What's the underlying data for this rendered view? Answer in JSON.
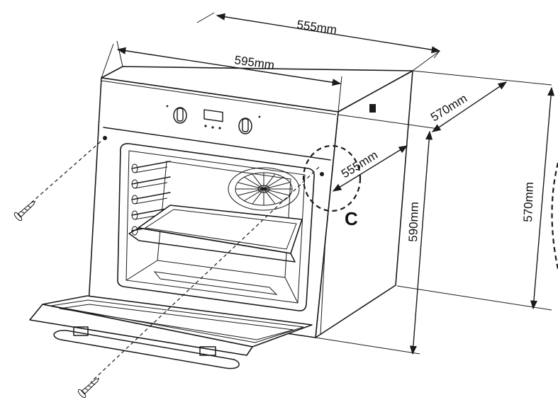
{
  "dimensions": {
    "top_depth": "555mm",
    "front_width": "595mm",
    "side_depth": "570mm",
    "niche_depth": "555mm",
    "height_front": "590mm",
    "height_right": "570mm"
  },
  "detail_callout": "C"
}
